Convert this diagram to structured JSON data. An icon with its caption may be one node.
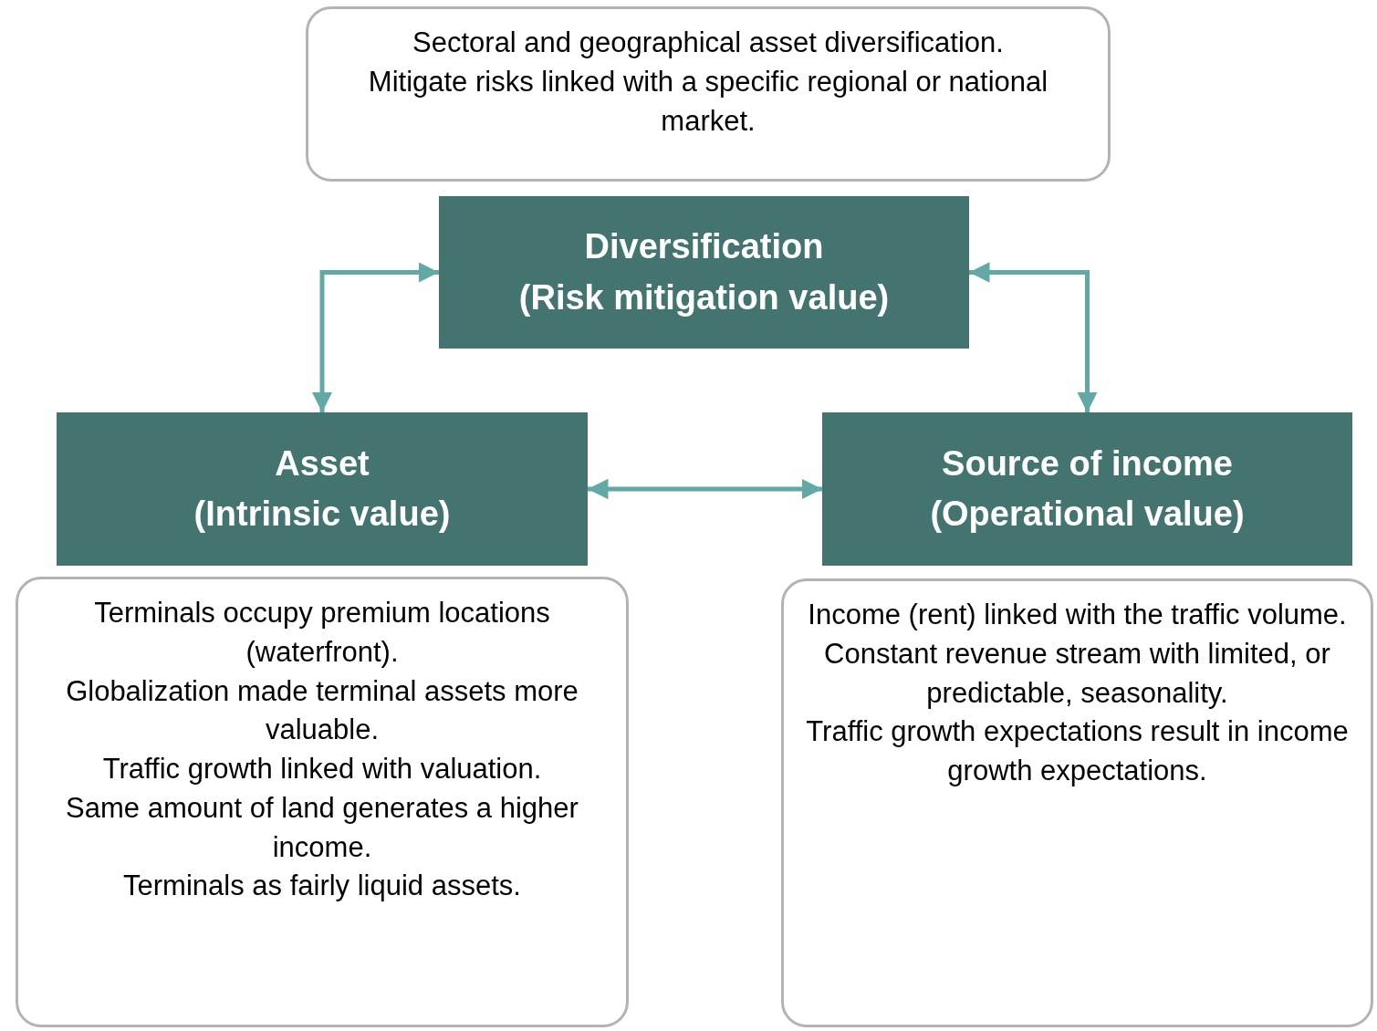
{
  "diagram": {
    "nodes": [
      {
        "text": [
          "Sectoral and geographical asset diversification.",
          "Mitigate risks linked with a specific regional or national market."
        ]
      },
      {
        "text": [
          "Diversification",
          "(Risk mitigation value)"
        ]
      },
      {
        "text": [
          "Asset",
          "(Intrinsic value)"
        ]
      },
      {
        "text": [
          "Source of income",
          "(Operational value)"
        ]
      },
      {
        "text": [
          "Terminals occupy premium locations (waterfront).",
          "Globalization made terminal assets more valuable.",
          "Traffic growth linked with valuation.",
          "Same amount of land generates a higher income.",
          "Terminals as fairly liquid assets."
        ]
      },
      {
        "text": [
          "Income (rent) linked with the traffic volume.",
          "Constant revenue stream with limited, or predictable, seasonality.",
          "Traffic growth expectations result in income growth expectations."
        ]
      }
    ],
    "edges": [
      {
        "from": 1,
        "to": 2,
        "arrow": "both"
      },
      {
        "from": 1,
        "to": 3,
        "arrow": "both"
      },
      {
        "from": 2,
        "to": 3,
        "arrow": "both"
      }
    ]
  }
}
